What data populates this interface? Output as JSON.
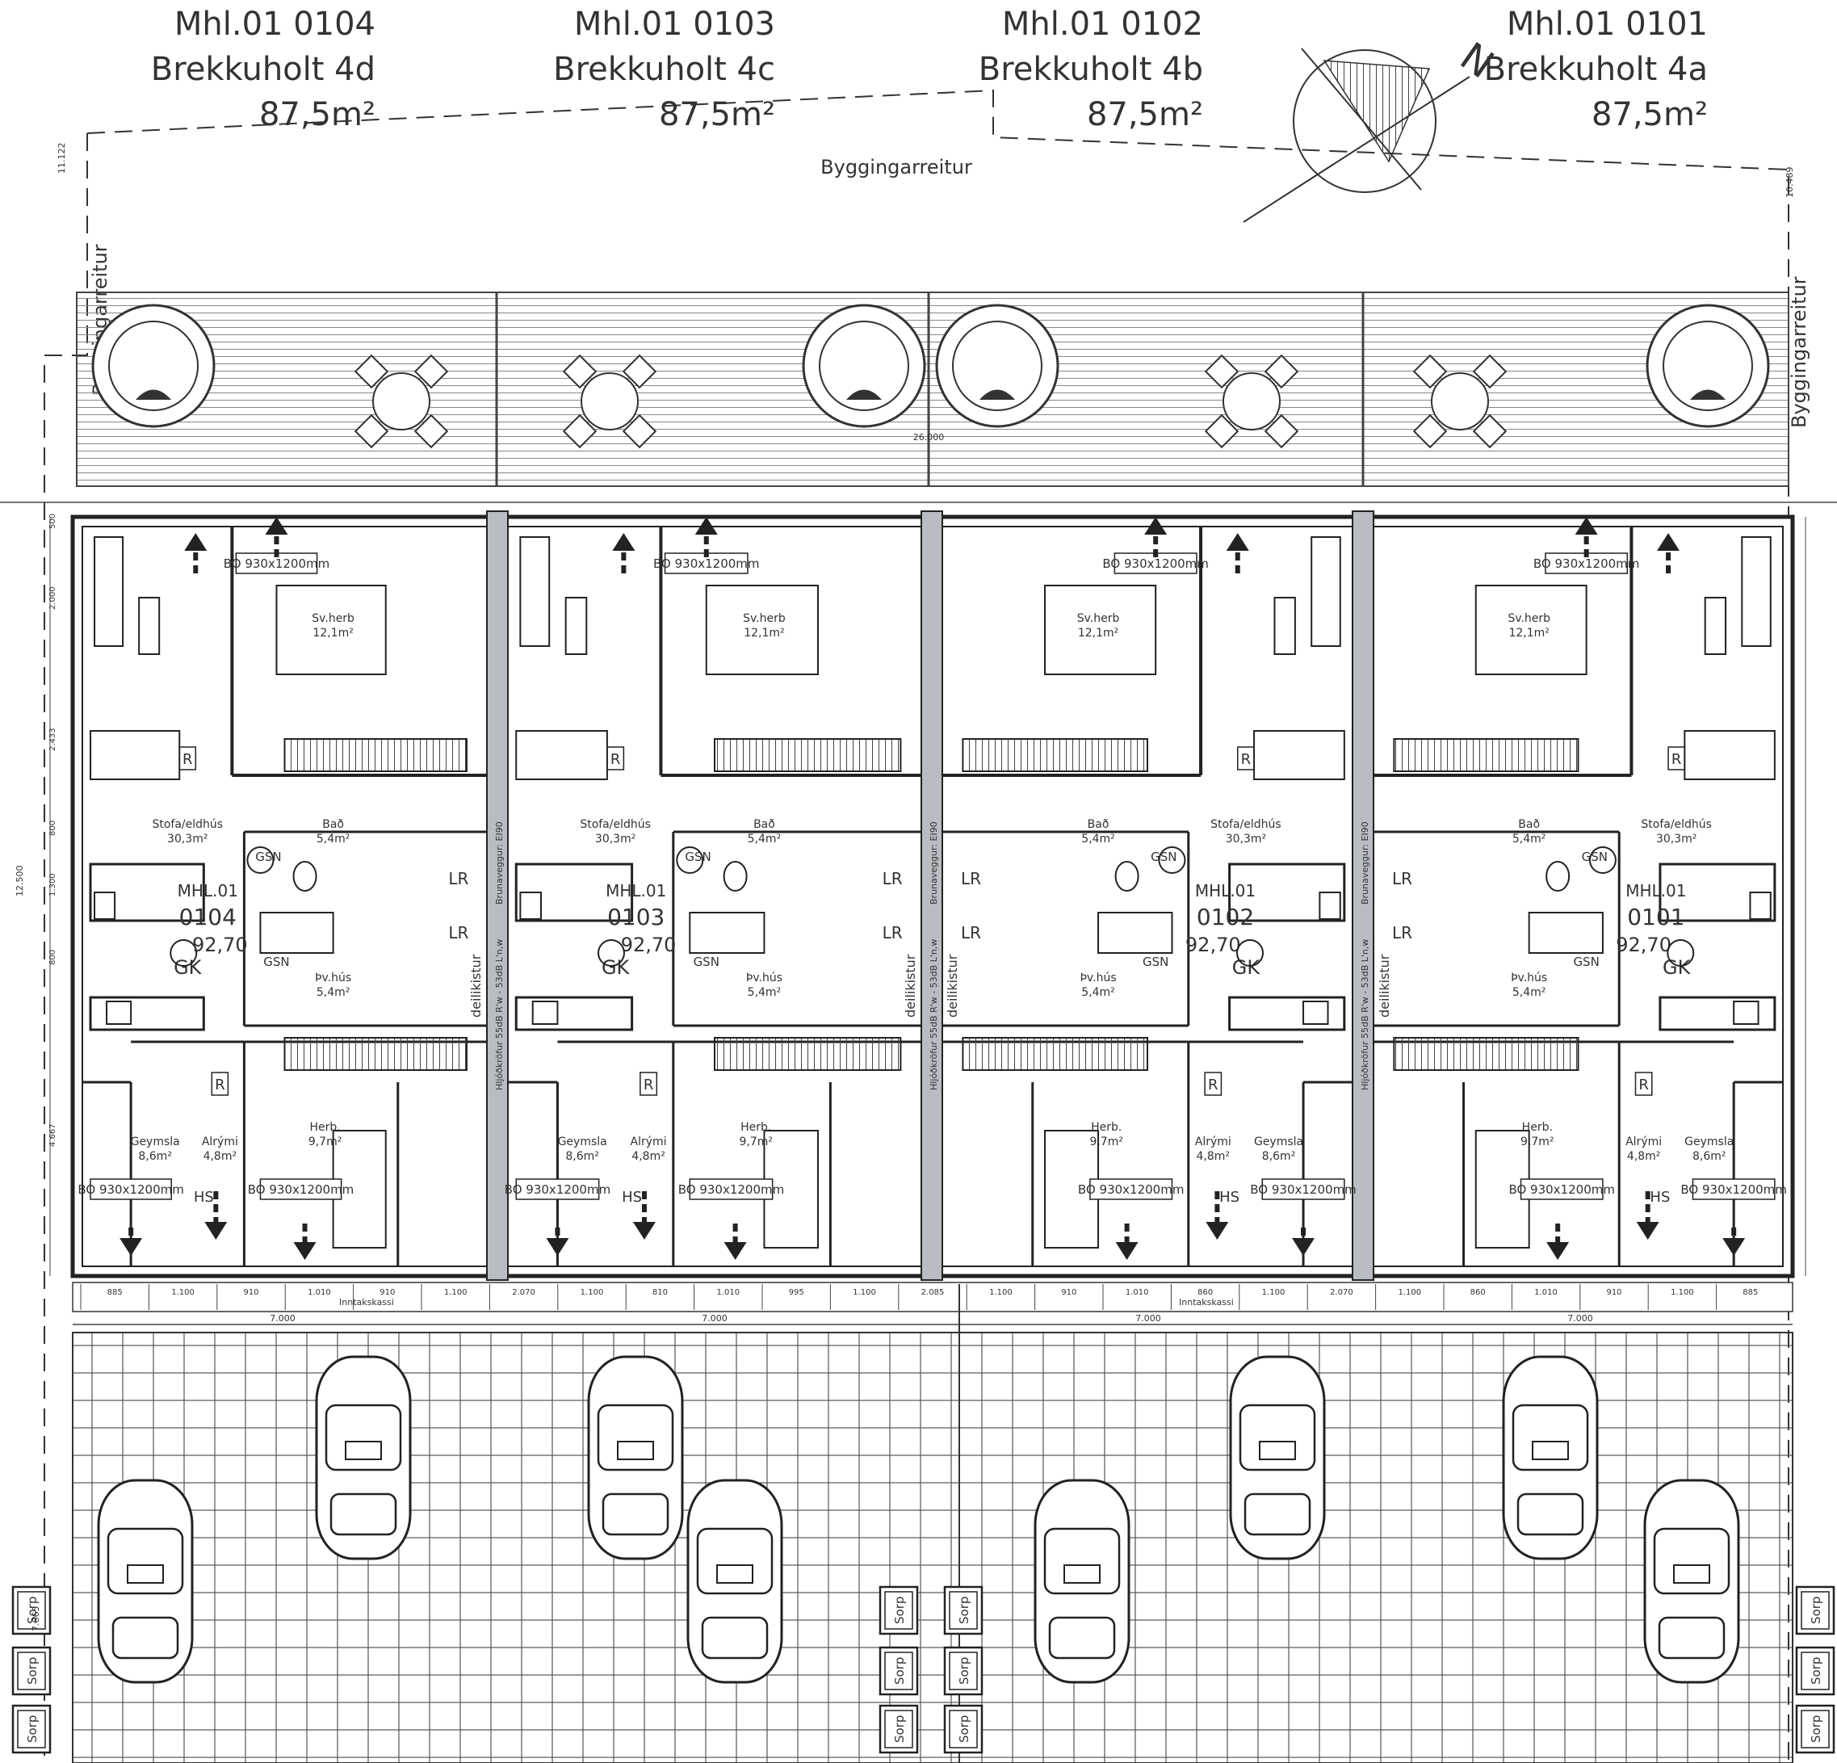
{
  "units": [
    {
      "mhl_title": "Mhl.01 0104",
      "address": "Brekkuholt 4d",
      "area": "87,5m²",
      "mhl_short": "MHL.01",
      "number": "0104",
      "elev": "92,70",
      "gk": "GK"
    },
    {
      "mhl_title": "Mhl.01 0103",
      "address": "Brekkuholt 4c",
      "area": "87,5m²",
      "mhl_short": "MHL.01",
      "number": "0103",
      "elev": "92,70",
      "gk": "GK"
    },
    {
      "mhl_title": "Mhl.01 0102",
      "address": "Brekkuholt 4b",
      "area": "87,5m²",
      "mhl_short": "MHL.01",
      "number": "0102",
      "elev": "92,70",
      "gk": "GK"
    },
    {
      "mhl_title": "Mhl.01 0101",
      "address": "Brekkuholt 4a",
      "area": "87,5m²",
      "mhl_short": "MHL.01",
      "number": "0101",
      "elev": "92,70",
      "gk": "GK"
    }
  ],
  "rooms": {
    "living": "Stofa/eldhús",
    "living_area": "30,3m²",
    "bedroom": "Sv.herb",
    "bedroom_area": "12,1m²",
    "bath": "Bað",
    "bath_area": "5,4m²",
    "laundry": "Þv.hús",
    "laundry_area": "5,4m²",
    "room": "Herb.",
    "room_area": "9,7m²",
    "storage": "Geymsla",
    "storage_area": "8,6m²",
    "hall": "Alrými",
    "hall_area": "4,8m²"
  },
  "tags": {
    "escape_opening": "BO 930x1200mm",
    "gsn": "GSN",
    "lr": "LR",
    "r": "R",
    "hs": "HS",
    "delikistur": "deilikistur",
    "firewall": "Brunaveggur: EI90",
    "soundwall": "Hljóðkröfur 55dB R'w - 53dB L'n,w",
    "intake": "Inntakskassi",
    "sorp": "Sorp"
  },
  "site": {
    "building_boundary": "Byggingarreitur"
  },
  "north_label": "N",
  "dimensions": {
    "top_width": "26.000",
    "unit_width": "7.000",
    "total_depth": "12.500",
    "parking_depth": "7.865",
    "setback_left": "11.122",
    "setback_right": "10.489",
    "rows_left": [
      "500",
      "2.000",
      "2.433",
      "800",
      "1.300",
      "800",
      "4.667"
    ],
    "front_gaps": [
      "885",
      "1.100",
      "910",
      "1.010",
      "910",
      "1.100",
      "2.070",
      "1.100",
      "810",
      "1.010",
      "995",
      "1.100",
      "2.085",
      "1.100",
      "910",
      "1.010",
      "860",
      "1.100",
      "2.070",
      "1.100",
      "860",
      "1.010",
      "910",
      "1.100",
      "885"
    ]
  },
  "colors": {
    "line": "#2a2a2a",
    "wall_fill": "#c9c9c9",
    "firewall": "#b9bcc2",
    "hatch": "#555555"
  }
}
